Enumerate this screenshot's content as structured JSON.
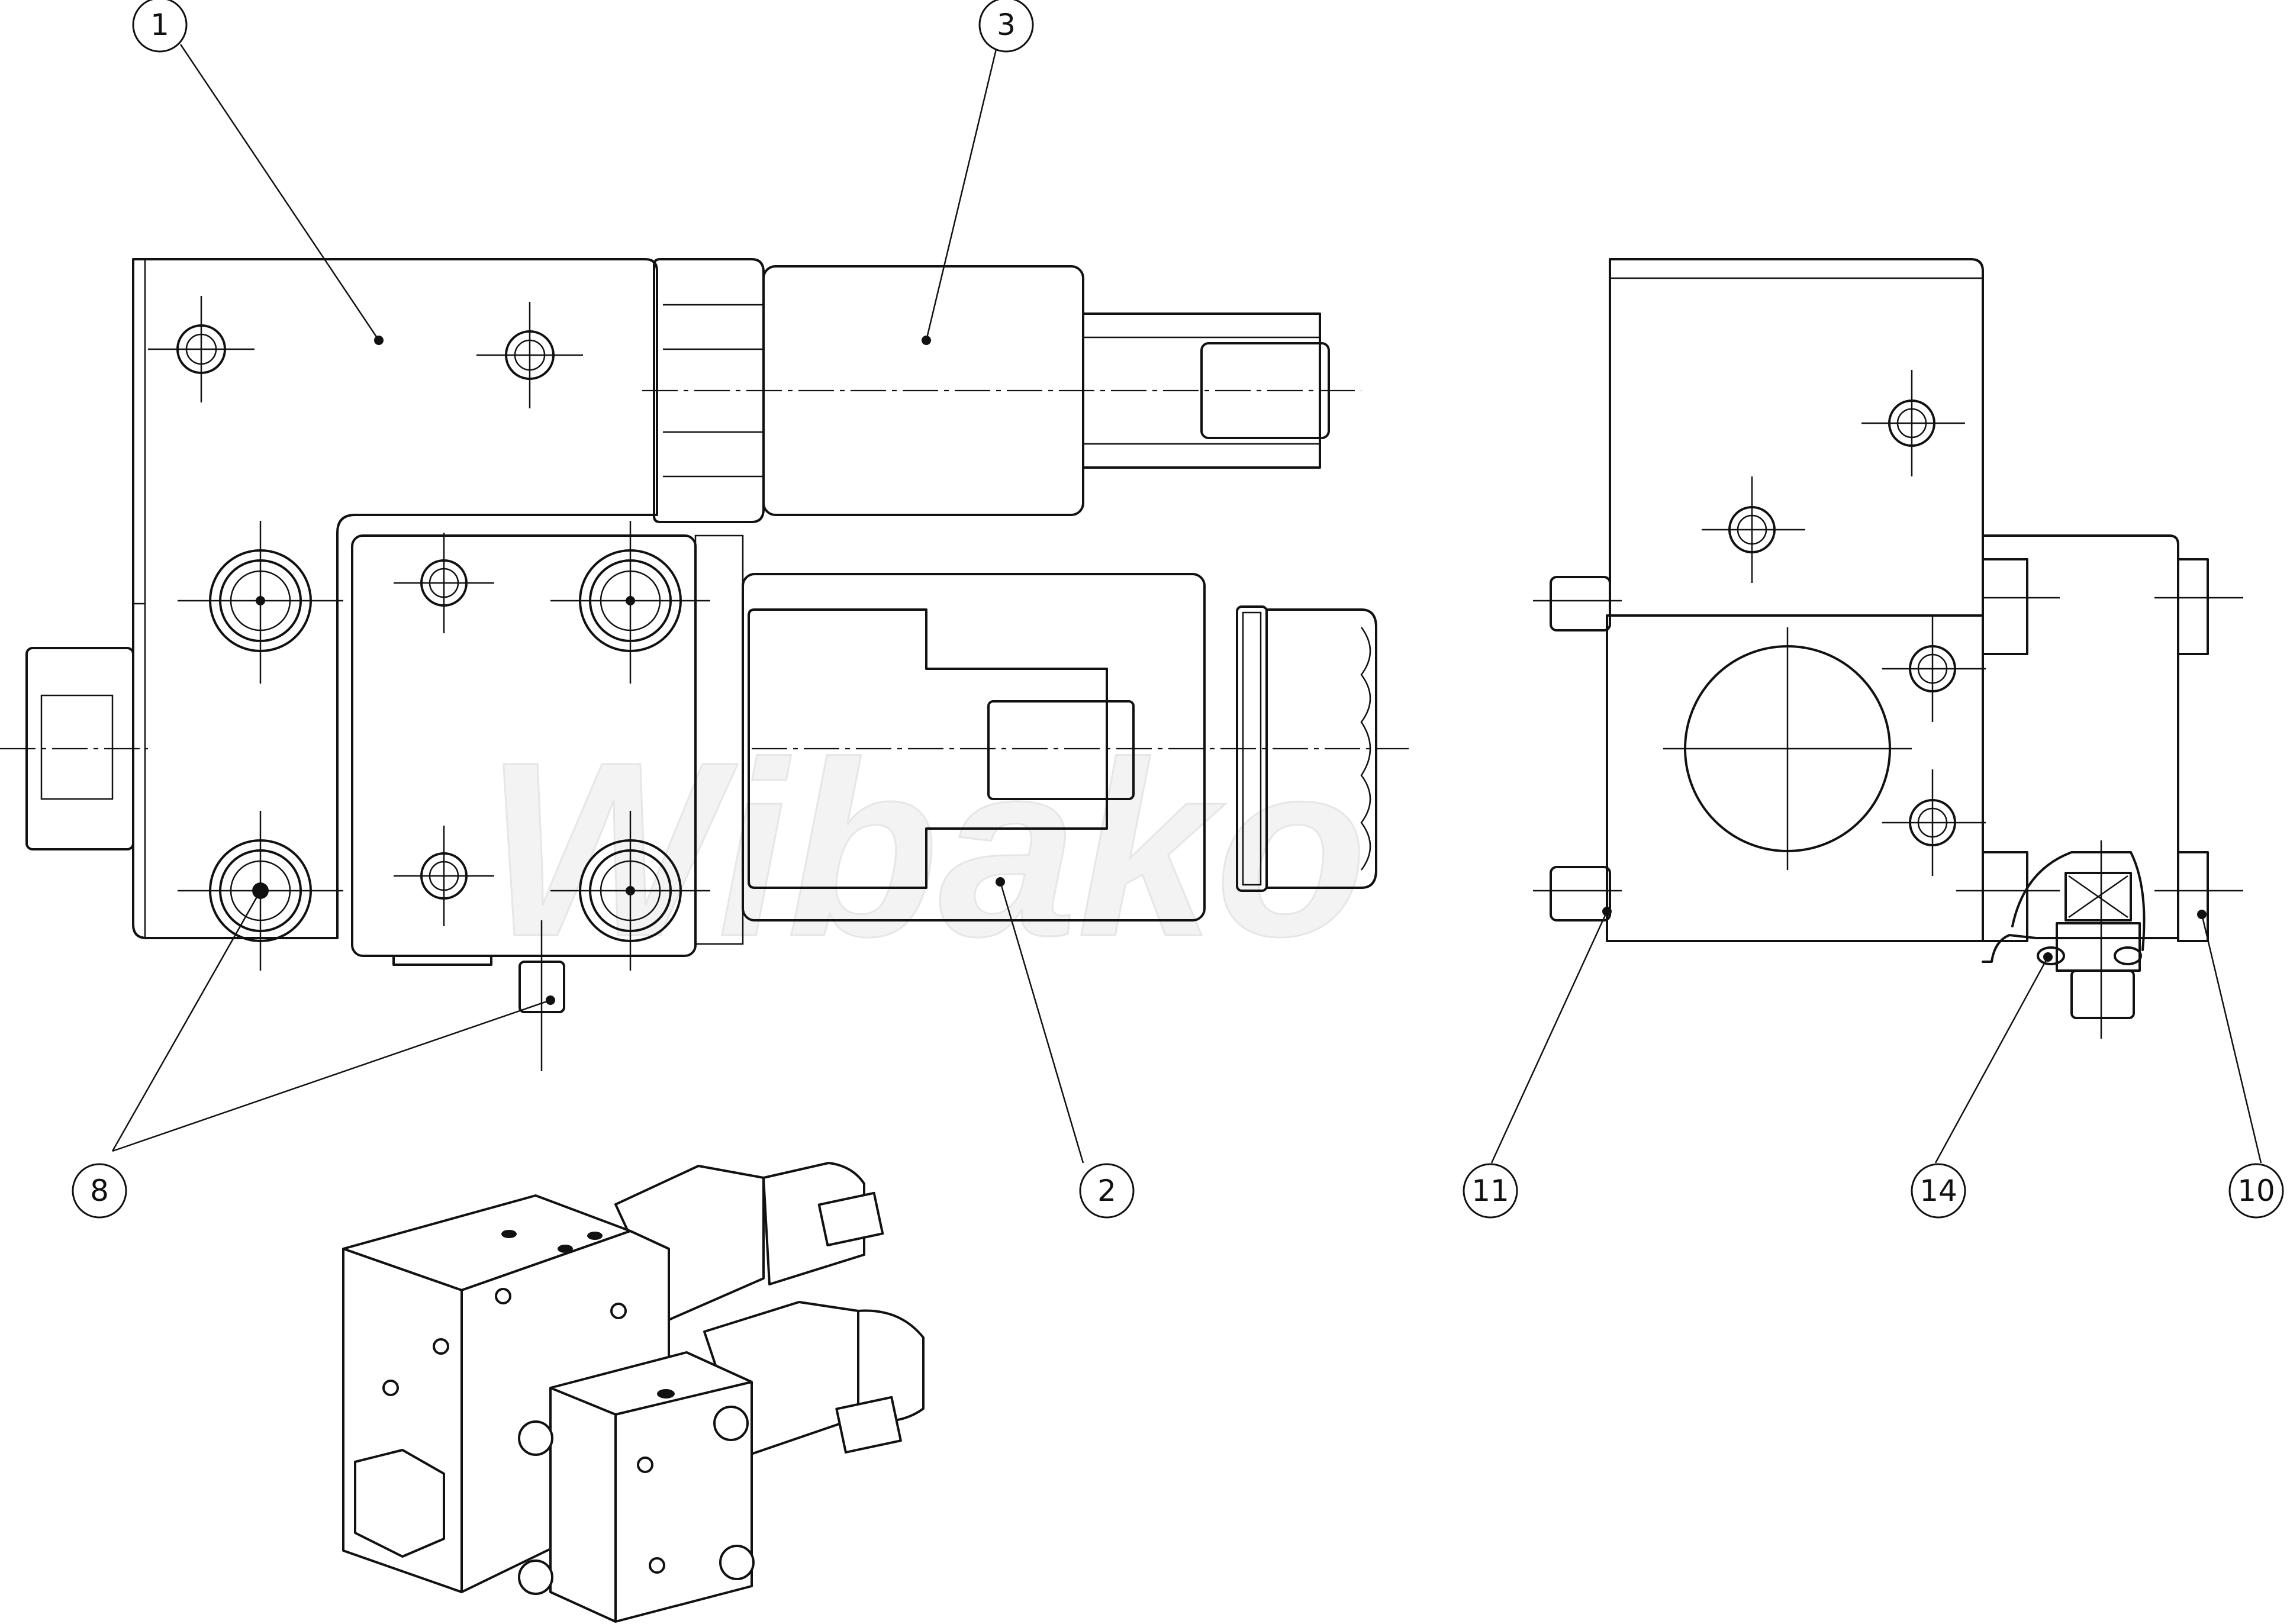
{
  "drawing": {
    "watermark": "Wibako",
    "balloons": [
      {
        "id": "b1",
        "label": "1"
      },
      {
        "id": "b3",
        "label": "3"
      },
      {
        "id": "b8",
        "label": "8"
      },
      {
        "id": "b2",
        "label": "2"
      },
      {
        "id": "b11",
        "label": "11"
      },
      {
        "id": "b14",
        "label": "14"
      },
      {
        "id": "b10",
        "label": "10"
      }
    ]
  }
}
